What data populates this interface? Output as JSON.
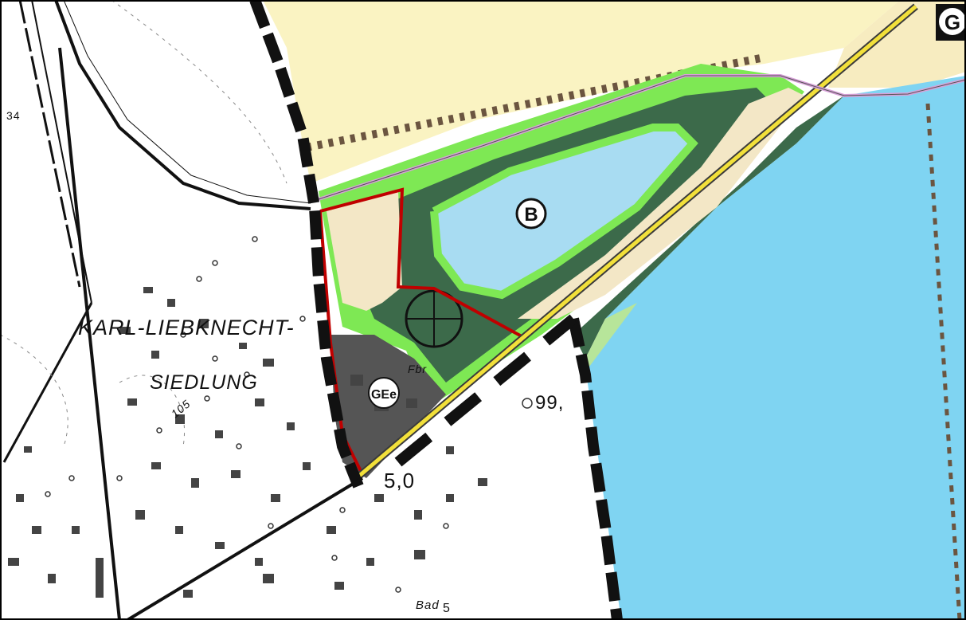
{
  "map": {
    "labels": {
      "district": "KARL-LIEBKNECHT-",
      "district2": "SIEDLUNG",
      "elev_105": "105",
      "elev_99": "99,",
      "elev_5": "5,0",
      "fbr": "Fbr",
      "bad": "Bad",
      "bad_num": "5",
      "left_num": "34"
    },
    "badges": {
      "b": "B",
      "ge": "GEe",
      "g": "G"
    },
    "colors": {
      "background": "#ffffff",
      "agriculture": "#faf3c2",
      "water": "#7fd4f2",
      "water_light": "#a8dcf2",
      "green_buffer": "#7ee854",
      "forest": "#3c6a4a",
      "commercial": "#555555",
      "boundary": "#c00000",
      "road": "#f2e03a",
      "path": "#d7a0d8"
    }
  }
}
